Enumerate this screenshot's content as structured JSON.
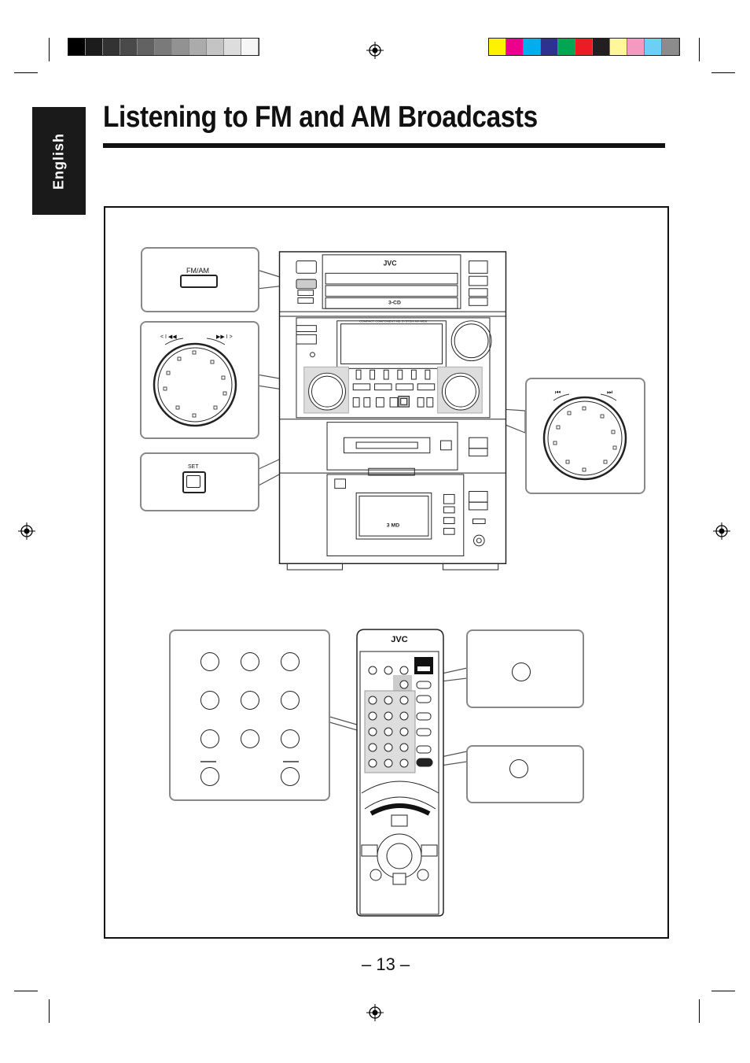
{
  "page": {
    "title": "Listening to FM and AM Broadcasts",
    "side_tab": "English",
    "page_number": "– 13 –"
  },
  "colors": {
    "gray_strip": [
      "#000000",
      "#1c1c1c",
      "#333333",
      "#4a4a4a",
      "#626262",
      "#7a7a7a",
      "#929292",
      "#ababab",
      "#c4c4c4",
      "#dddddd",
      "#f6f6f6"
    ],
    "color_strip": [
      "#fff200",
      "#ec008c",
      "#00aeef",
      "#2e3192",
      "#00a651",
      "#ed1c24",
      "#231f20",
      "#fff799",
      "#f49ac1",
      "#6dcff6",
      "#8c8c8c"
    ]
  },
  "callouts": {
    "fmam_label": "FM/AM",
    "tuning_left": "< I ◀◀",
    "tuning_right": "▶▶ I >",
    "set_label": "SET",
    "skip_left": "⏮",
    "skip_right": "⏭"
  },
  "device": {
    "brand": "JVC",
    "cd_logo": "3-CD",
    "md_logo": "3 MD",
    "panel_text": "COMPACT COMPONENT MD SYSTEM MX-MD8"
  },
  "remote": {
    "brand": "JVC"
  }
}
